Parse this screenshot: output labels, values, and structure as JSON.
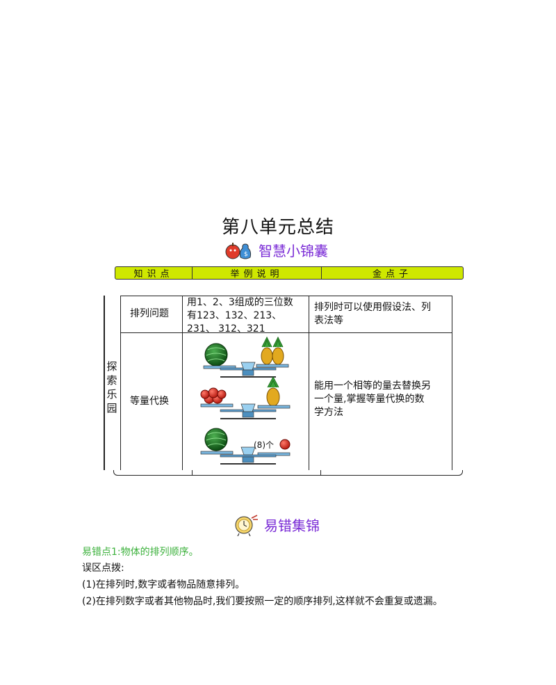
{
  "title": "第八单元总结",
  "sections": {
    "wisdom": "智慧小锦囊",
    "errors": "易错集锦"
  },
  "table": {
    "headers": [
      "知识点",
      "举例说明",
      "金点子"
    ],
    "side_label": [
      "探",
      "索",
      "乐",
      "园"
    ],
    "rows": [
      {
        "topic": "排列问题",
        "example_lines": [
          "用1、2、3组成的三位数",
          "有123、132、213、",
          "231、 312、321"
        ],
        "tip_lines": [
          "排列时可以使用假设法、列",
          "表法等"
        ]
      },
      {
        "topic": "等量代换",
        "scale_label": "(8)个",
        "tip_lines": [
          "能用一个相等的量去替换另",
          "一个量,掌握等量代换的数",
          "学方法"
        ]
      }
    ]
  },
  "errors": {
    "point": "易错点1:物体的排列顺序。",
    "intro": "误区点拨:",
    "items": [
      "(1)在排列时,数字或者物品随意排列。",
      "(2)在排列数字或者其他物品时,我们要按照一定的顺序排列,这样就不会重复或遗漏。"
    ]
  },
  "colors": {
    "header_bar": "#cfe800",
    "section_title": "#7a2bd6",
    "error_point": "#3cb13c"
  }
}
